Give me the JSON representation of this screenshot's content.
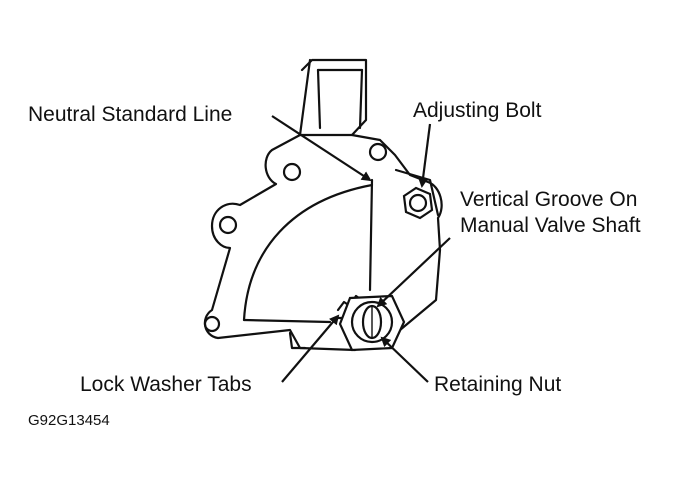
{
  "labels": {
    "neutral_standard_line": "Neutral Standard Line",
    "adjusting_bolt": "Adjusting Bolt",
    "vertical_groove_line1": "Vertical Groove On",
    "vertical_groove_line2": "Manual Valve Shaft",
    "lock_washer_tabs": "Lock Washer Tabs",
    "retaining_nut": "Retaining Nut"
  },
  "figure_code": "G92G13454"
}
